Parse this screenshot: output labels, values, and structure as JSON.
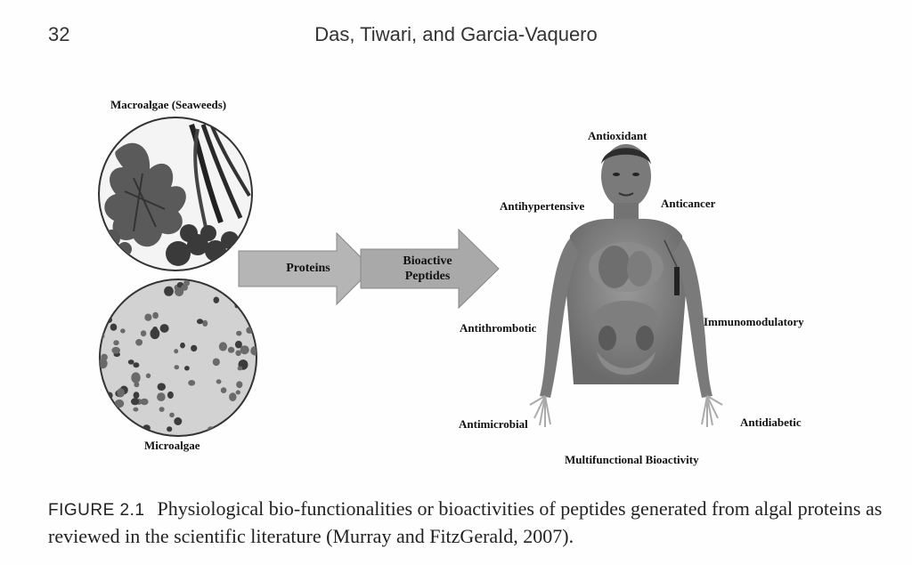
{
  "header": {
    "page_number": "32",
    "running_head": "Das, Tiwari, and Garcia-Vaquero"
  },
  "figure": {
    "macroalgae_label": "Macroalgae (Seaweeds)",
    "microalgae_label": "Microalgae",
    "arrow1_label": "Proteins",
    "arrow2_label_line1": "Bioactive",
    "arrow2_label_line2": "Peptides",
    "bioactivities": {
      "antioxidant": "Antioxidant",
      "antihypertensive": "Antihypertensive",
      "anticancer": "Anticancer",
      "antithrombotic": "Antithrombotic",
      "immunomodulatory": "Immunomodulatory",
      "antimicrobial": "Antimicrobial",
      "antidiabetic": "Antidiabetic"
    },
    "footer_label": "Multifunctional Bioactivity"
  },
  "caption": {
    "label": "FIGURE 2.1",
    "text": "Physiological bio-functionalities or bioactivities of peptides generated from algal proteins as reviewed in the scientific literature (Murray and FitzGerald, 2007)."
  }
}
